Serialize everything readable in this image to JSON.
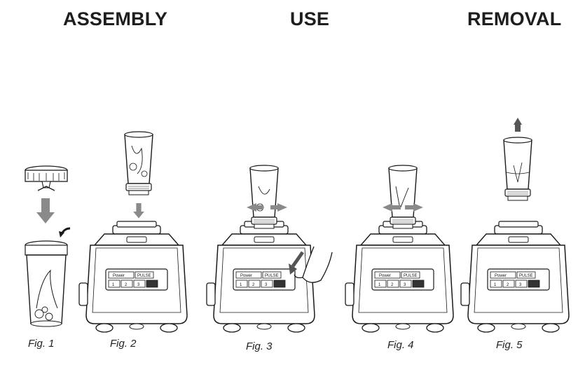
{
  "headings": {
    "assembly": "ASSEMBLY",
    "use": "USE",
    "removal": "REMOVAL"
  },
  "figures": [
    {
      "caption": "Fig. 1"
    },
    {
      "caption": "Fig. 2"
    },
    {
      "caption": "Fig. 3"
    },
    {
      "caption": "Fig. 4"
    },
    {
      "caption": "Fig. 5"
    }
  ],
  "panel": {
    "power": "Power",
    "pulse": "PULSE",
    "buttons": [
      "1",
      "2",
      "3"
    ]
  },
  "colors": {
    "line": "#1a1a1a",
    "arrow": "#8a8a8a",
    "arrow_dark": "#555555"
  }
}
